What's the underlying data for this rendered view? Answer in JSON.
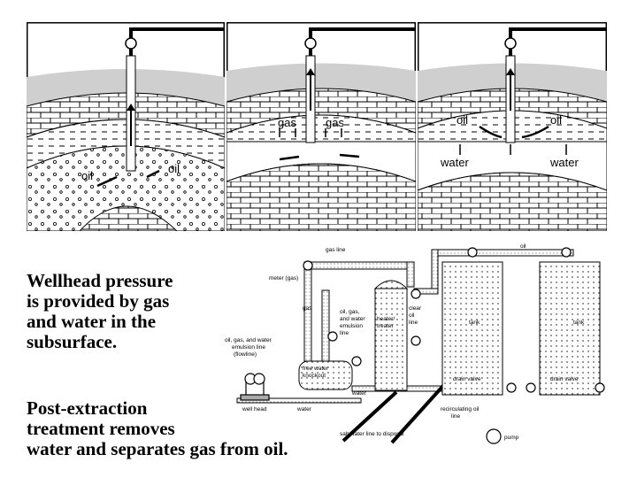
{
  "panels": {
    "gas_cap": {
      "labels": [
        "gas",
        "gas"
      ]
    },
    "solution_gas": {
      "labels": [
        "oil",
        "oil"
      ]
    },
    "water_drive": {
      "labels": [
        "oil",
        "oil",
        "water",
        "water"
      ]
    }
  },
  "schematic": {
    "labels": {
      "gas_line": "gas line",
      "oil": "oil",
      "meter": "meter (gas)",
      "gas": "gas",
      "emulsion_line": "oil, gas, and water emulsion line",
      "flowline": "oil, gas, and water emulsion line (flowline)",
      "clear_oil_line": "clear oil line",
      "heater_treater": "heater/ treater",
      "tank1": "tank",
      "tank2": "tank",
      "free_water_knockout": "free water knockout",
      "water1": "water",
      "water2": "water",
      "well_head": "well head",
      "drain_valve1": "drain valve",
      "drain_valve2": "drain valve",
      "recirculating_oil_line": "recirculating oil line",
      "salt_water_line": "salt water line to disposal",
      "pump": "pump"
    }
  },
  "caption": {
    "line1": "Wellhead pressure",
    "line2": "is provided by gas",
    "line3": "and water in the",
    "line4": "subsurface.",
    "line5": "Post-extraction",
    "line6": "treatment removes",
    "line7": "water and separates gas from oil."
  }
}
